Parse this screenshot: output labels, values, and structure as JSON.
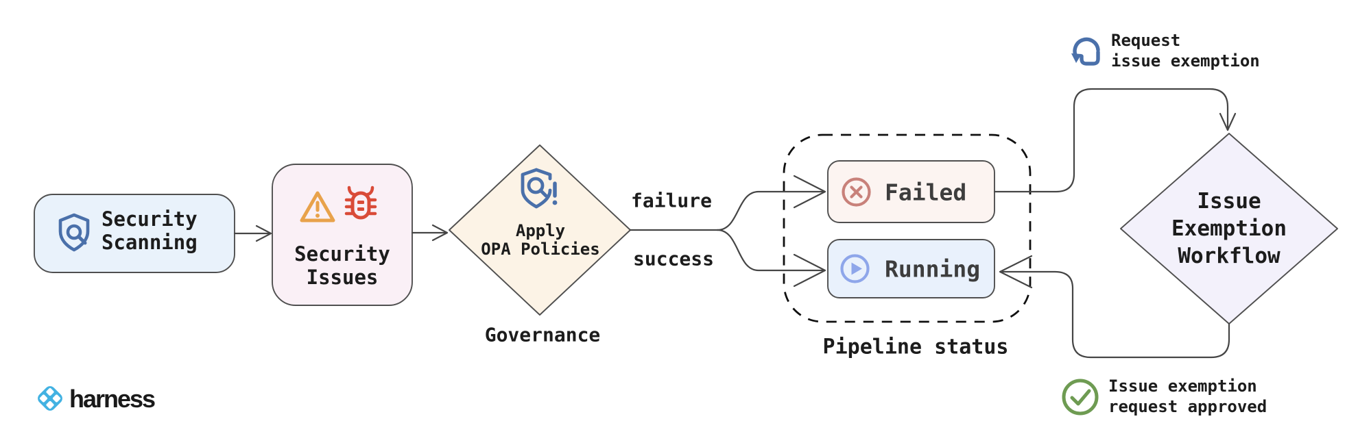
{
  "colors": {
    "outline": "#4f4f4f",
    "arrow": "#454545",
    "dashed": "#101010",
    "text": "#1c1c1c",
    "status_text": "#3d3d3d",
    "scan_fill": "#e9f2fb",
    "issues_fill": "#faf0f6",
    "governance_fill": "#fcf3e6",
    "failed_fill": "#fcf4f1",
    "running_fill": "#e9f1fc",
    "exemption_fill": "#f3f1fb",
    "icon_blue": "#4a70aa",
    "warning_orange": "#e8a24b",
    "bug_red": "#d94b38",
    "failed_icon": "#c8817a",
    "running_icon": "#8ea6ea",
    "approved_green": "#6e9b52",
    "logo_blue": "#42b2e2"
  },
  "nodes": {
    "security_scanning": {
      "line1": "Security",
      "line2": "Scanning"
    },
    "security_issues": {
      "line1": "Security",
      "line2": "Issues"
    },
    "apply_opa": {
      "line1": "Apply",
      "line2": "OPA Policies"
    },
    "governance_caption": "Governance",
    "failed_label": "Failed",
    "running_label": "Running",
    "pipeline_caption": "Pipeline status",
    "issue_exemption": {
      "line1": "Issue",
      "line2": "Exemption",
      "line3": "Workflow"
    }
  },
  "edges": {
    "failure": "failure",
    "success": "success"
  },
  "annotations": {
    "request": {
      "line1": "Request",
      "line2": "issue exemption"
    },
    "approved": {
      "line1": "Issue exemption",
      "line2": "request approved"
    }
  },
  "logo": {
    "text": "harness"
  }
}
